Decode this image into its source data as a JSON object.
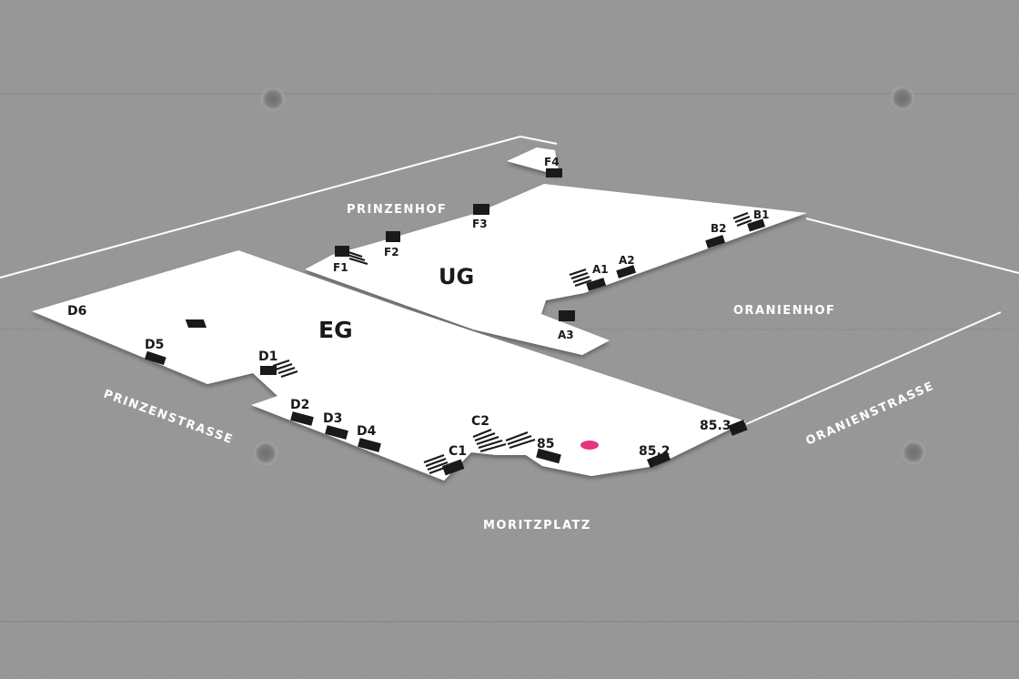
{
  "floors": {
    "eg": {
      "label": "EG"
    },
    "ug": {
      "label": "UG"
    }
  },
  "streets": {
    "prinzenhof": "PRINZENHOF",
    "oranienhof": "ORANIENHOF",
    "prinzenstrasse": "PRINZENSTRASSE",
    "oranienstrasse": "ORANIENSTRASSE",
    "moritzplatz": "MORITZPLATZ"
  },
  "entrances": {
    "d6": "D6",
    "d5": "D5",
    "d1": "D1",
    "d2": "D2",
    "d3": "D3",
    "d4": "D4",
    "c1": "C1",
    "c2": "C2",
    "e85": "85",
    "e852": "85.2",
    "e853": "85.3",
    "f1": "F1",
    "f2": "F2",
    "f3": "F3",
    "f4": "F4",
    "a1": "A1",
    "a2": "A2",
    "a3": "A3",
    "b1": "B1",
    "b2": "B2"
  },
  "colors": {
    "wall": "#8c8c8c",
    "plan": "#ffffff",
    "ink": "#1a1a1a",
    "you_are_here": "#e6357f"
  },
  "markers": {
    "you_are_here_icon": "location-dot-icon"
  }
}
